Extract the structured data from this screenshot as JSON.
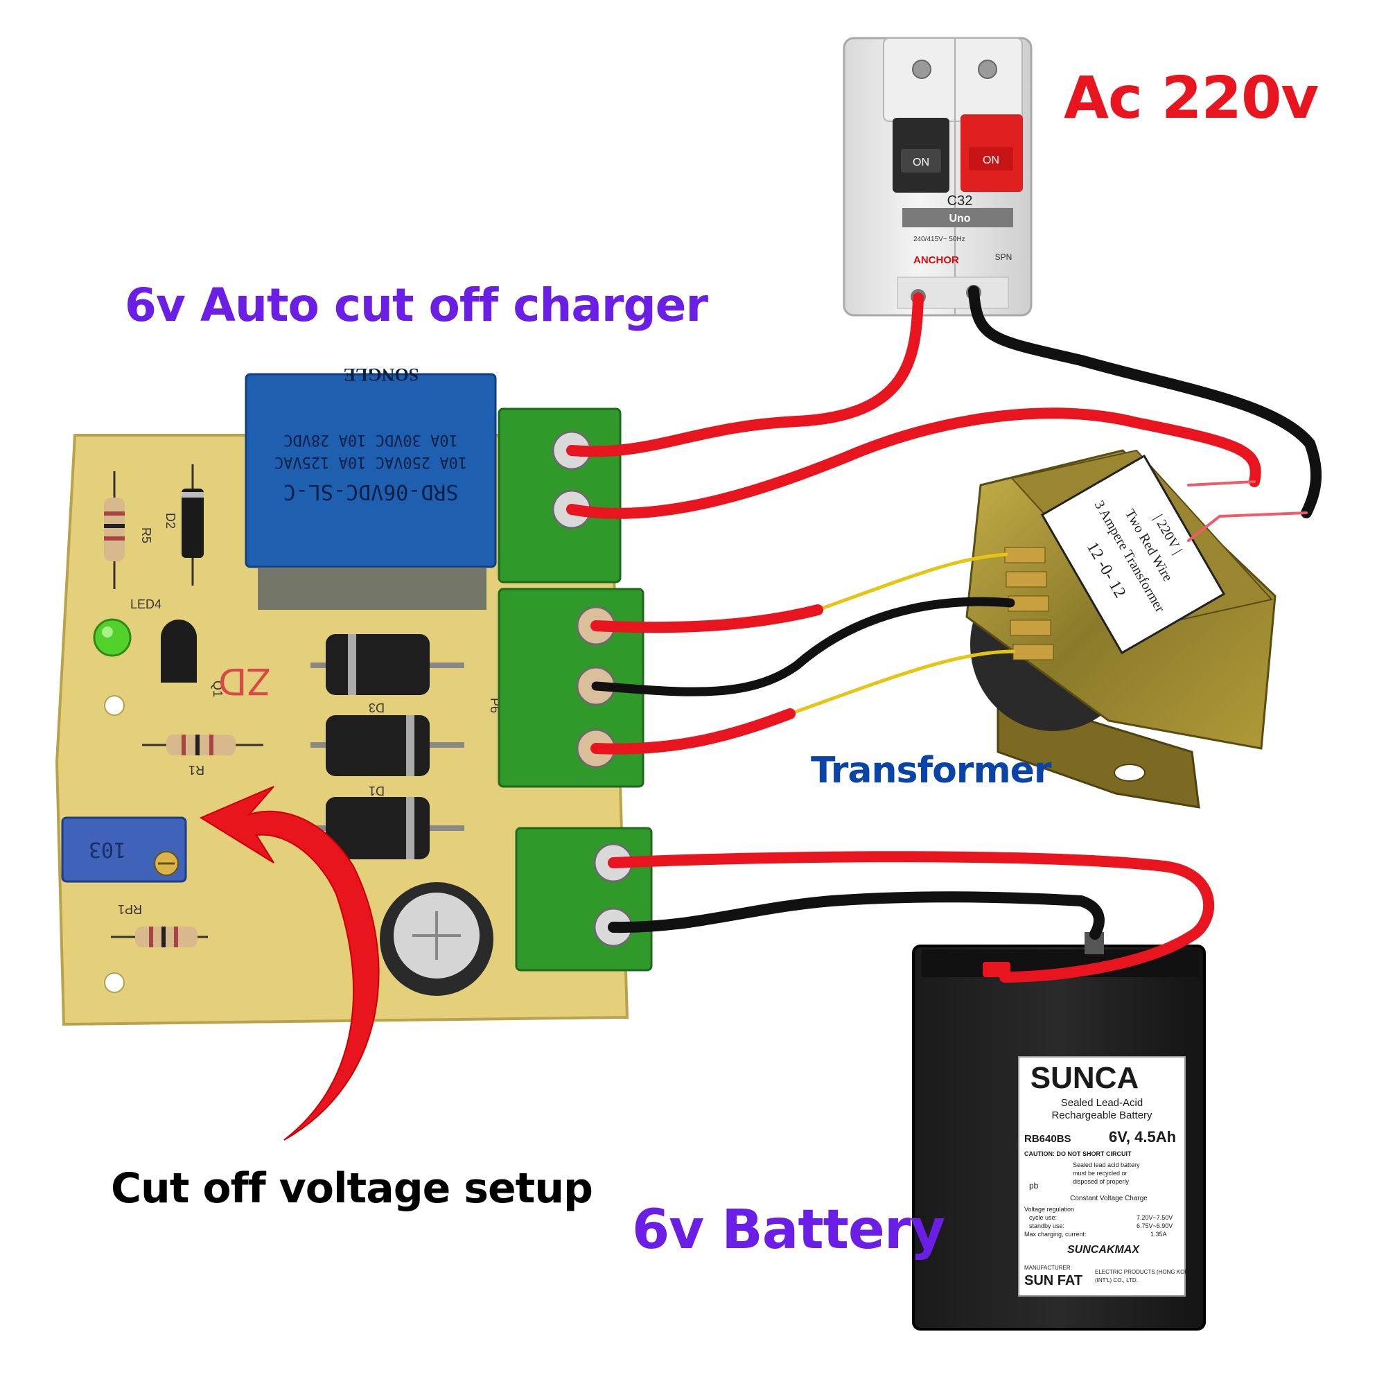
{
  "labels": {
    "ac": "Ac 220v",
    "charger": "6v Auto cut off charger",
    "transformer": "Transformer",
    "cutoff": "Cut off voltage setup",
    "battery": "6v Battery"
  },
  "colors": {
    "ac_label": "#e8141e",
    "charger_label": "#6a1ee6",
    "transformer_label": "#0a44a8",
    "cutoff_label": "#000000",
    "battery_label": "#6a1ee6",
    "wire_red": "#e8141e",
    "wire_black": "#111111",
    "wire_yellow": "#e6c414",
    "pcb": "#e8d27a",
    "terminal": "#2f9a2a",
    "relay": "#1f5fb0"
  },
  "breaker": {
    "switch_left": "ON",
    "switch_right": "ON",
    "rating": "C32",
    "model": "Uno",
    "brand": "ANCHOR",
    "spec": "240/415V~ 50Hz",
    "type": "SPN"
  },
  "relay": {
    "model": "SRD-06VDC-SL-C",
    "line1": "10A 250VAC  10A 125VAC",
    "line2": "10A 30VDC  10A 28VDC",
    "brand": "SONGLE"
  },
  "pcb": {
    "silk_marks": [
      "R5",
      "D2",
      "LED4",
      "Q1",
      "D3",
      "D1",
      "R1",
      "RP1",
      "P6"
    ],
    "pot_label": "103",
    "board_mark": "ZD"
  },
  "transformer": {
    "line1": "| 220V |",
    "line2": "Two Red Wire",
    "line3": "3 Ampere Transformer",
    "line4": "12  -0-  12"
  },
  "battery": {
    "brand": "SUNCA",
    "desc1": "Sealed Lead-Acid",
    "desc2": "Rechargeable Battery",
    "model": "RB640BS",
    "rating": "6V, 4.5Ah",
    "caution": "CAUTION: DO NOT SHORT CIRCUIT",
    "warn1": "Sealed lead acid battery",
    "warn2": "must be recycled or",
    "warn3": "disposed of properly",
    "recycle": "pb",
    "charge_title": "Constant Voltage Charge",
    "reg": "Voltage regulation",
    "cycle": "cycle use:",
    "cycle_val": "7.20V~7.50V",
    "standby": "standby use:",
    "standby_val": "6.75V~6.90V",
    "maxc": "Max charging, current:",
    "maxc_val": "1.35A",
    "sub_brand": "SUNCAKMAX",
    "mfr": "MANUFACTURER:",
    "mfr_name": "SUN FAT",
    "mfr_co": "ELECTRIC PRODUCTS (HONG KONG)",
    "mfr_co2": "(INT'L) CO., LTD."
  }
}
